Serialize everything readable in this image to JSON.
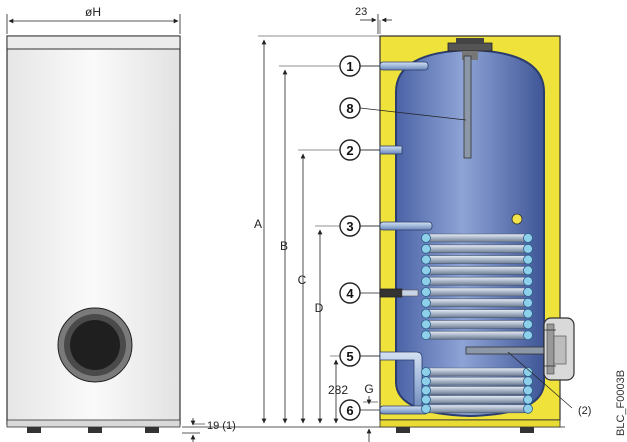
{
  "dimensions": {
    "width_symbol": "øH",
    "offset": "23",
    "A": "A",
    "B": "B",
    "C": "C",
    "D": "D",
    "h282": "282",
    "G": "G",
    "foot": "19 (1)"
  },
  "connections": [
    {
      "label": "1"
    },
    {
      "label": "2"
    },
    {
      "label": "3"
    },
    {
      "label": "4"
    },
    {
      "label": "5"
    },
    {
      "label": "6"
    },
    {
      "label": "8"
    }
  ],
  "notes": {
    "heater_note": "(2)"
  },
  "reference_code": "BLC_F0003B",
  "colors": {
    "insulation_yellow": "#efe23a",
    "tank_blue": "#6f88c4",
    "coil_blue": "#7fb3d8",
    "casing_fill": "#f4f4f4",
    "pipe_fill": "#a9c2e0"
  }
}
